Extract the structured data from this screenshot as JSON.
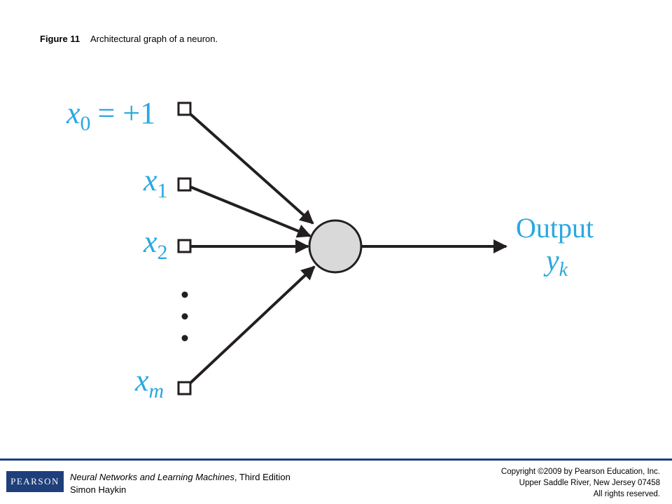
{
  "caption": {
    "label": "Figure 11",
    "text": "Architectural graph of a neuron."
  },
  "diagram": {
    "inputs": [
      {
        "var": "x",
        "sub": "0",
        "suffix": "= +1"
      },
      {
        "var": "x",
        "sub": "1",
        "suffix": ""
      },
      {
        "var": "x",
        "sub": "2",
        "suffix": ""
      },
      {
        "var": "x",
        "sub": "m",
        "suffix": ""
      }
    ],
    "output": {
      "label": "Output",
      "var": "y",
      "sub": "k"
    },
    "colors": {
      "label": "#29a8e0",
      "neuron_fill": "#d9d9d9",
      "stroke": "#231f20"
    }
  },
  "footer": {
    "logo_text": "PEARSON",
    "book_title": "Neural Networks and Learning Machines",
    "edition": ", Third Edition",
    "author": "Simon Haykin",
    "copyright_line1": "Copyright ©2009 by Pearson Education, Inc.",
    "copyright_line2": "Upper Saddle River, New Jersey 07458",
    "copyright_line3": "All rights reserved."
  }
}
